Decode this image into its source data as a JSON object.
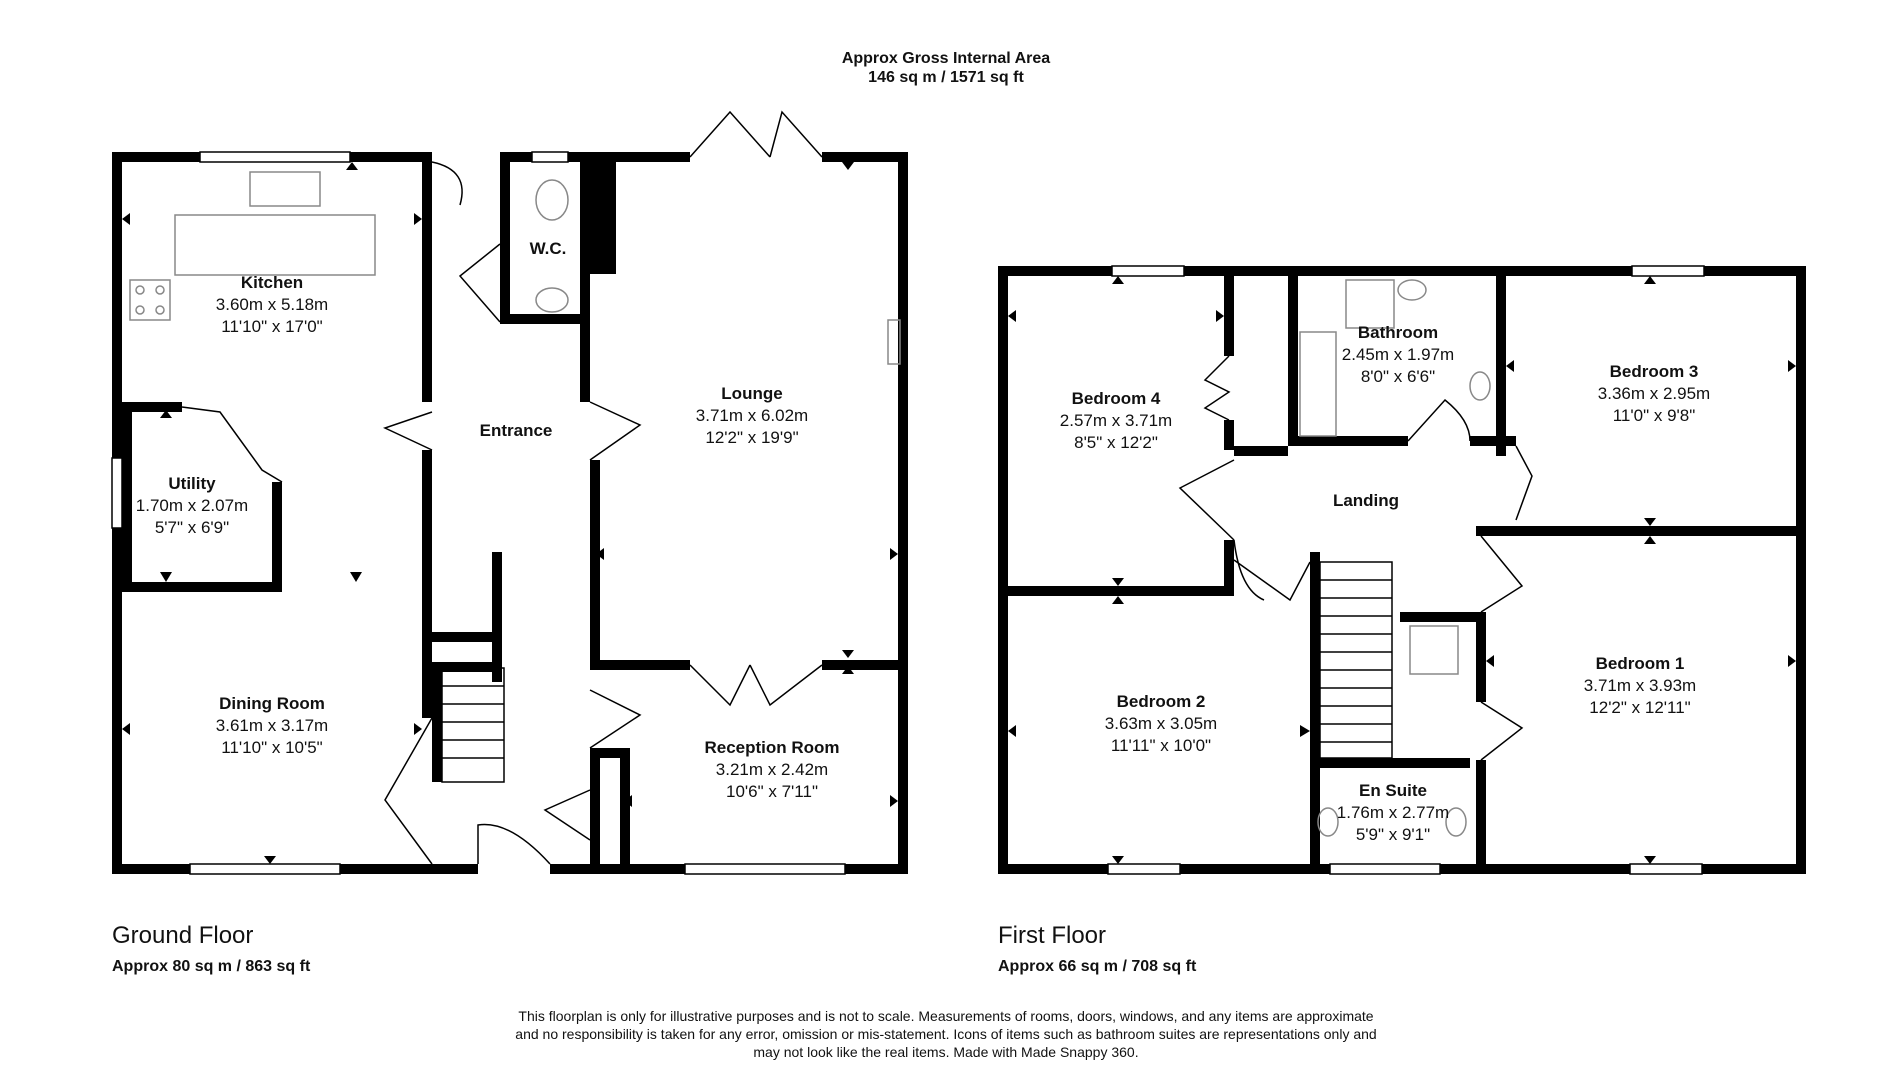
{
  "header": {
    "line1": "Approx Gross Internal Area",
    "line2": "146 sq m / 1571 sq ft"
  },
  "ground_floor": {
    "title": "Ground Floor",
    "area": "Approx 80 sq m / 863 sq ft",
    "rooms": [
      {
        "name": "Kitchen",
        "metric": "3.60m x 5.18m",
        "imperial": "11'10\" x 17'0\""
      },
      {
        "name": "Utility",
        "metric": "1.70m x 2.07m",
        "imperial": "5'7\" x 6'9\""
      },
      {
        "name": "Dining Room",
        "metric": "3.61m x 3.17m",
        "imperial": "11'10\" x 10'5\""
      },
      {
        "name": "Entrance",
        "metric": "",
        "imperial": ""
      },
      {
        "name": "W.C.",
        "metric": "",
        "imperial": ""
      },
      {
        "name": "Lounge",
        "metric": "3.71m x 6.02m",
        "imperial": "12'2\" x 19'9\""
      },
      {
        "name": "Reception Room",
        "metric": "3.21m x 2.42m",
        "imperial": "10'6\" x 7'11\""
      }
    ]
  },
  "first_floor": {
    "title": "First Floor",
    "area": "Approx 66 sq m / 708 sq ft",
    "rooms": [
      {
        "name": "Bedroom 4",
        "metric": "2.57m x 3.71m",
        "imperial": "8'5\" x 12'2\""
      },
      {
        "name": "Bathroom",
        "metric": "2.45m x 1.97m",
        "imperial": "8'0\" x 6'6\""
      },
      {
        "name": "Bedroom 3",
        "metric": "3.36m x 2.95m",
        "imperial": "11'0\" x 9'8\""
      },
      {
        "name": "Landing",
        "metric": "",
        "imperial": ""
      },
      {
        "name": "Bedroom 2",
        "metric": "3.63m x 3.05m",
        "imperial": "11'11\" x 10'0\""
      },
      {
        "name": "Bedroom 1",
        "metric": "3.71m x 3.93m",
        "imperial": "12'2\" x 12'11\""
      },
      {
        "name": "En Suite",
        "metric": "1.76m x 2.77m",
        "imperial": "5'9\" x 9'1\""
      }
    ]
  },
  "disclaimer": {
    "line1": "This floorplan is only for illustrative purposes and is not to scale. Measurements of rooms, doors, windows, and any items are approximate",
    "line2": "and no responsibility is taken for any error, omission or mis-statement. Icons of items such as bathroom suites are representations only and",
    "line3": "may not look like the real items. Made with Made Snappy 360."
  },
  "colors": {
    "wall": "#000000",
    "fixture": "#888888",
    "background": "#ffffff"
  }
}
